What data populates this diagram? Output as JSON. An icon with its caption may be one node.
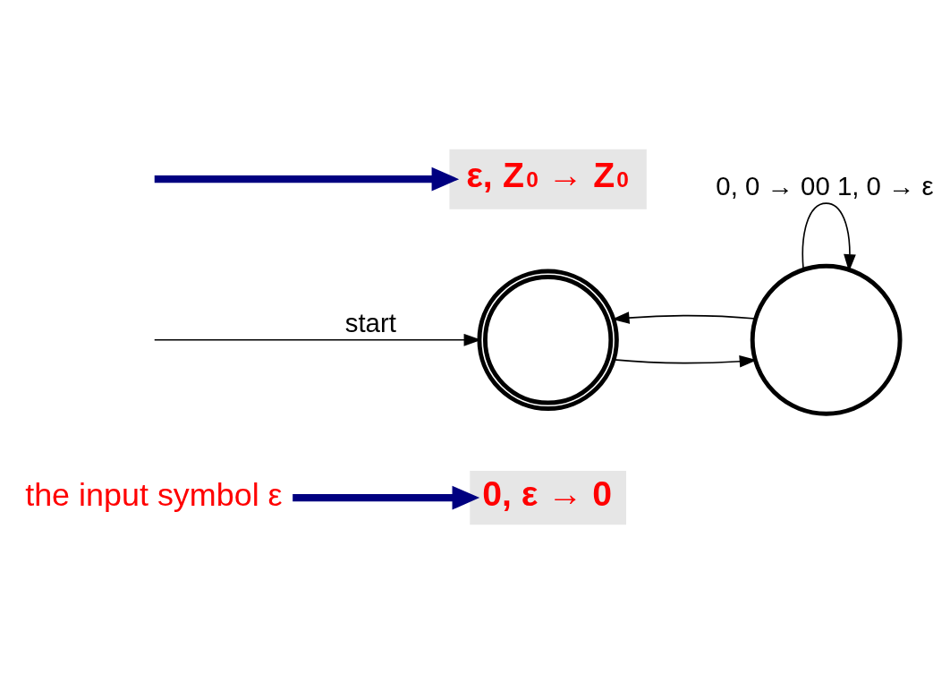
{
  "diagram": {
    "nodes": [
      {
        "text": [
          "the input symbol ε"
        ]
      },
      {
        "text": [],
        "shape": "circle"
      },
      {
        "text": [],
        "shape": "circle"
      },
      {
        "text": [
          "0, ε → 0"
        ]
      },
      {
        "text": [
          "ε, Z$_{0}$ → Z$_{0}$"
        ]
      }
    ],
    "edges": [
      {
        "from": null,
        "to": 1,
        "arrow": "to",
        "label": "start"
      },
      {
        "from": 1,
        "to": 2,
        "arrow": "to"
      },
      {
        "from": 2,
        "to": 2,
        "arrow": "to",
        "label": "0, 0 → 00 1, 0 → ε"
      },
      {
        "from": 2,
        "to": 1,
        "arrow": "to"
      },
      {
        "from": 0,
        "to": 3,
        "arrow": "to",
        "style": "thick",
        "color": "#000080"
      },
      {
        "from": null,
        "to": 4,
        "arrow": "to",
        "style": "thick",
        "color": "#000080"
      }
    ]
  }
}
